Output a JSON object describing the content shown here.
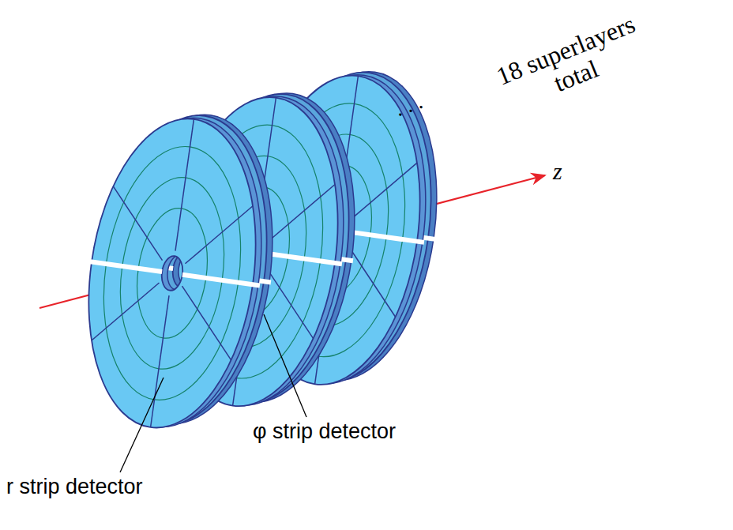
{
  "diagram": {
    "labels": [
      "18 superlayers total",
      ". . .",
      "z",
      "φ strip detector",
      "r strip detector"
    ]
  }
}
